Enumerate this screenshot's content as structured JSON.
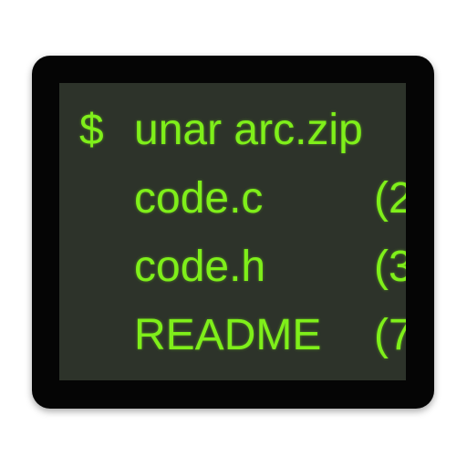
{
  "icon": {
    "semantic": "terminal-app-icon",
    "colors": {
      "frame": "#050505",
      "screen": "#2d332a",
      "text": "#7fef1a"
    }
  },
  "terminal": {
    "prompt_symbol": "$",
    "command": "unar arc.zip",
    "entries": [
      {
        "name": "code.c",
        "size": "(2"
      },
      {
        "name": "code.h",
        "size": "(3"
      },
      {
        "name": "README",
        "size": "(7"
      }
    ]
  }
}
